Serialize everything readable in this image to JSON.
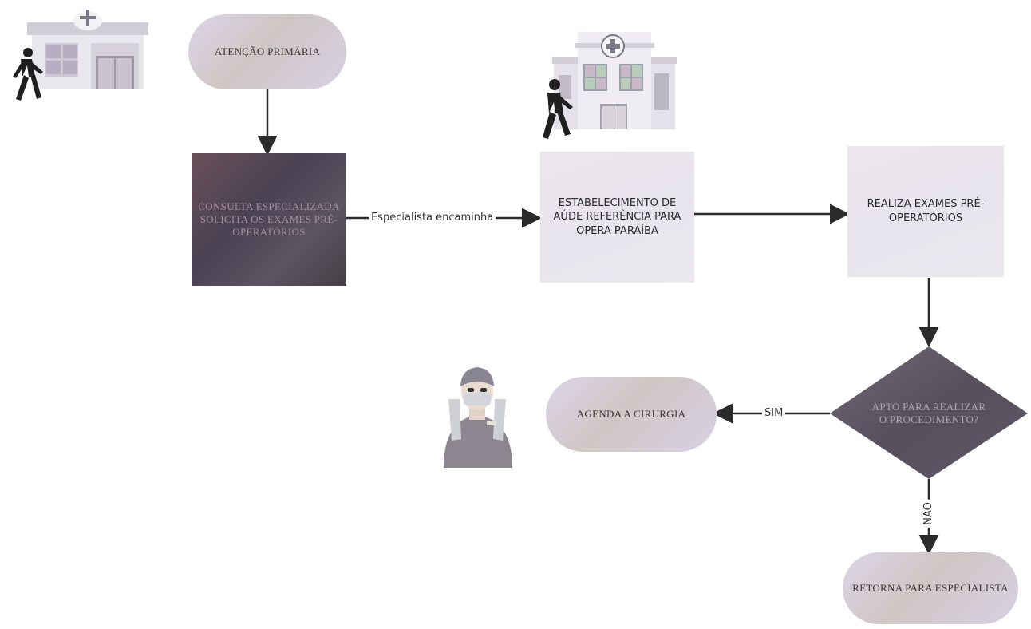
{
  "nodes": {
    "atencao_primaria": "ATENÇÃO PRIMÁRIA",
    "consulta": "CONSULTA ESPECIALIZADA SOLICITA OS EXAMES PRÉ-OPERATÓRIOS",
    "estabelecimento": "ESTABELECIMENTO DE AÚDE REFERÊNCIA PARA OPERA PARAÍBA",
    "exames": "REALIZA EXAMES PRÉ-OPERATÓRIOS",
    "decisao": "APTO PARA REALIZAR O PROCEDIMENTO?",
    "agenda": "AGENDA A CIRURGIA",
    "retorna": "RETORNA PARA ESPECIALISTA"
  },
  "edges": {
    "especialista_encaminha": "Especialista encaminha",
    "sim": "SIM",
    "nao": "NÃO"
  },
  "icons": [
    "clinic-icon",
    "walking-person-icon",
    "hospital-icon",
    "walking-person-icon",
    "surgeon-icon"
  ],
  "colors": {
    "arrow": "#2b2b2b",
    "dark_box": "#4f4755",
    "light_box": "#ebe6ee",
    "pill": "#d6cfdc",
    "diamond": "#5a5460"
  }
}
